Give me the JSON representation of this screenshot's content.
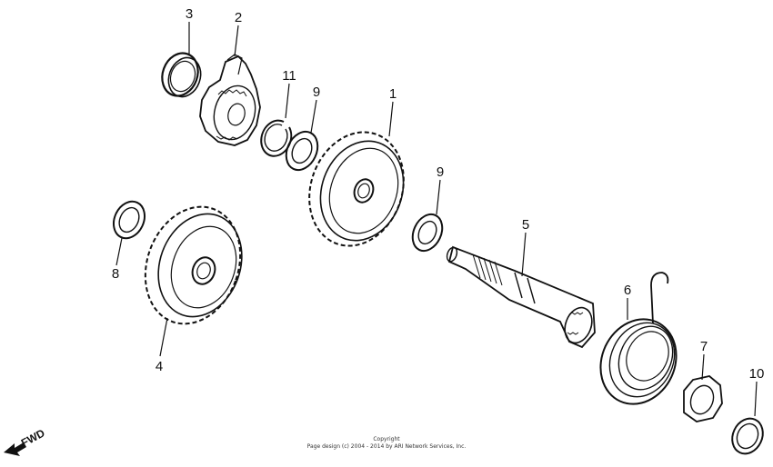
{
  "diagram": {
    "part_labels": [
      {
        "id": "1",
        "text": "1"
      },
      {
        "id": "2",
        "text": "2"
      },
      {
        "id": "3",
        "text": "3"
      },
      {
        "id": "4",
        "text": "4"
      },
      {
        "id": "5",
        "text": "5"
      },
      {
        "id": "6",
        "text": "6"
      },
      {
        "id": "7",
        "text": "7"
      },
      {
        "id": "8",
        "text": "8"
      },
      {
        "id": "9a",
        "text": "9"
      },
      {
        "id": "9b",
        "text": "9"
      },
      {
        "id": "10",
        "text": "10"
      },
      {
        "id": "11",
        "text": "11"
      }
    ],
    "fwd_label": "FWD",
    "copyright": {
      "line1": "Copyright",
      "line2": "Page design (c) 2004 - 2014 by ARI Network Services, Inc."
    }
  }
}
